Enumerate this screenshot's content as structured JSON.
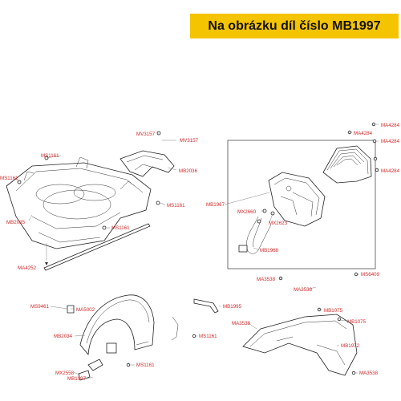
{
  "banner": {
    "title": "Na obrázku díl číslo MB1997",
    "background": "#f5c400"
  },
  "label_color": "#d42a2a",
  "labels": {
    "mv3157_top": "MV3157",
    "mv3157_right": "MV3157",
    "ms1161_a": "MS1161",
    "ms1161_b": "MS1161",
    "mb2036": "MB2036",
    "ms1161_c": "MS1161",
    "mb2035": "MB2035",
    "ms1161_d": "MS1161",
    "ma4252": "MA4252",
    "mb1967": "MB1967",
    "ma4284_a": "MA4284",
    "ma4284_b": "MA4284",
    "ma4284_c": "MA4284",
    "ma4284_d": "MA4284",
    "mx2660": "MX2660",
    "mx2623": "MX2623",
    "mb1968": "MB1968",
    "ma3538_a": "MA3538",
    "ma3538_b": "MA3538",
    "ms6409": "MS6409",
    "ms9461": "MS9461",
    "ma5002": "MA5002",
    "mb1995": "MB1995",
    "mb2034": "MB2034",
    "ms1161_e": "MS1161",
    "mb1075_a": "MB1075",
    "ma3538_c": "MA3538",
    "mb1075_b": "MB1075",
    "mb1972": "MB1972",
    "mx2558": "MX2558",
    "mb1997": "MB1997",
    "ms1161_f": "MS1161",
    "ma3538_d": "MA3538"
  }
}
